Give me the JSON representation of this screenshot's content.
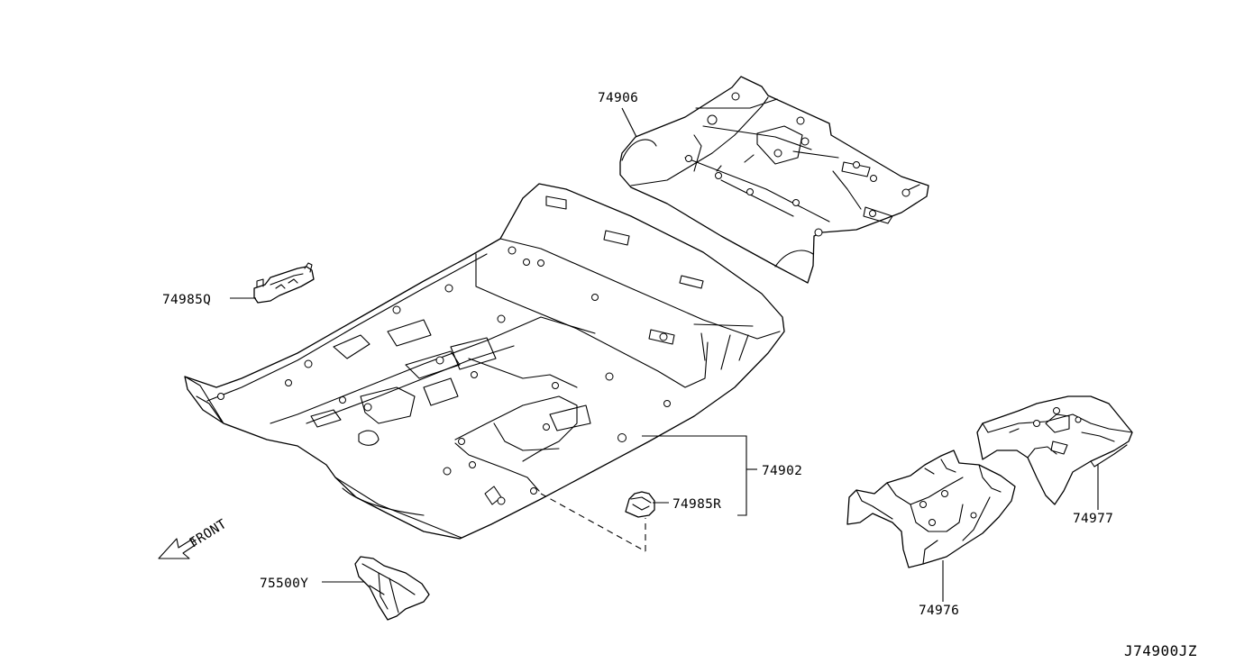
{
  "callouts": [
    {
      "id": "74906",
      "label": "74906"
    },
    {
      "id": "74985Q",
      "label": "74985Q"
    },
    {
      "id": "74902",
      "label": "74902"
    },
    {
      "id": "74985R",
      "label": "74985R"
    },
    {
      "id": "74977",
      "label": "74977"
    },
    {
      "id": "74976",
      "label": "74976"
    },
    {
      "id": "75500Y",
      "label": "75500Y"
    }
  ],
  "front_indicator": {
    "label": "FRONT",
    "icon": "front-arrow-icon"
  },
  "diagram_code": "J74900JZ"
}
